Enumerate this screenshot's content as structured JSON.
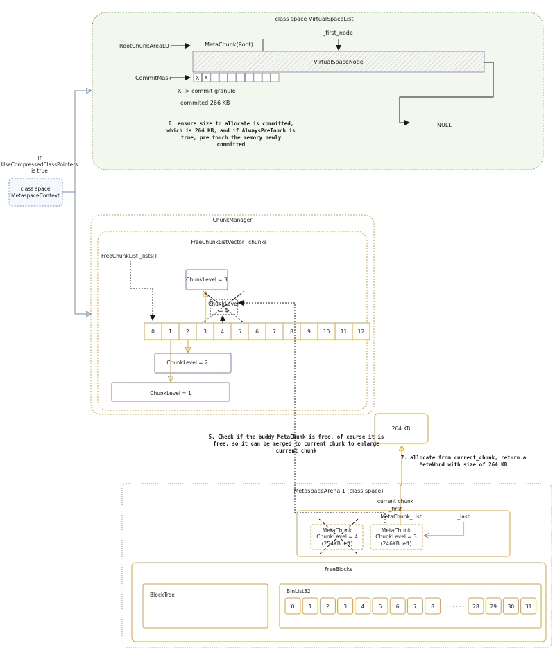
{
  "vsl": {
    "title": "class space VirtualSpaceList",
    "root_chunk_lut": "RootChunkAreaLUT",
    "metachunk_root": "MetaChunk(Root)",
    "first_node": "_first_node",
    "vsnode": "VirtualSpaceNode",
    "commit_mask": "CommitMask",
    "commit_cells": [
      "X",
      "X",
      "",
      "",
      "",
      "",
      "",
      "",
      "",
      ""
    ],
    "legend": "X -> commit granule",
    "committed": "commited 266 KB",
    "null": "NULL",
    "step6": [
      "6. ensure size to allocate is committed,",
      "which is 264 KB, and if AlwaysPreTouch is",
      "true, pre touch the memory newly",
      "committed"
    ]
  },
  "context": {
    "condition": [
      "if",
      "UseCompressedClassPointers",
      "is true"
    ],
    "box": [
      "class space",
      "MetaspaceContext"
    ]
  },
  "cm": {
    "title": "ChunkManager",
    "vector": "FreeChunkListVector _chunks",
    "lists_label": "FreeChunkList _lists[]",
    "indices": [
      "0",
      "1",
      "2",
      "3",
      "4",
      "5",
      "6",
      "7",
      "8",
      "9",
      "10",
      "11",
      "12"
    ],
    "level3": "ChunkLevel = 3",
    "level4": [
      "ChunkLevel",
      "= 4"
    ],
    "level2": "ChunkLevel = 2",
    "level1": "ChunkLevel = 1"
  },
  "kb264": "264 KB",
  "step5": [
    "5. Check if the buddy MetaChunk is free, of course it is",
    "free, so it can be merged to current chunk to enlarge",
    "current chunk"
  ],
  "step7": [
    "7. allocate from current_chunk, return a",
    "MetaWord with size of 264 KB"
  ],
  "arena": {
    "title": "MetaspaceArena 1 (class space)",
    "current_chunk": "current chunk",
    "first": "_first",
    "list": "MetaChunk_List",
    "last": "_last",
    "chunk_a": [
      "MetaChunk",
      "ChunkLevel = 4",
      "(254KB left)"
    ],
    "chunk_b": [
      "MetaChunk",
      "ChunkLevel = 3",
      "(246KB left)"
    ],
    "freeblocks": "FreeBlocks",
    "blocktree": "BlockTree",
    "binlist": "BinList32",
    "bins_left": [
      "0",
      "1",
      "2",
      "3",
      "4",
      "5",
      "6",
      "7",
      "8"
    ],
    "ellipsis": "· · · · · ·",
    "bins_right": [
      "28",
      "29",
      "30",
      "31"
    ]
  },
  "colors": {
    "green": "#82b366",
    "orange": "#d6a33a",
    "purple": "#9673a6",
    "blue": "#6c8ebf",
    "gray": "#888888"
  }
}
